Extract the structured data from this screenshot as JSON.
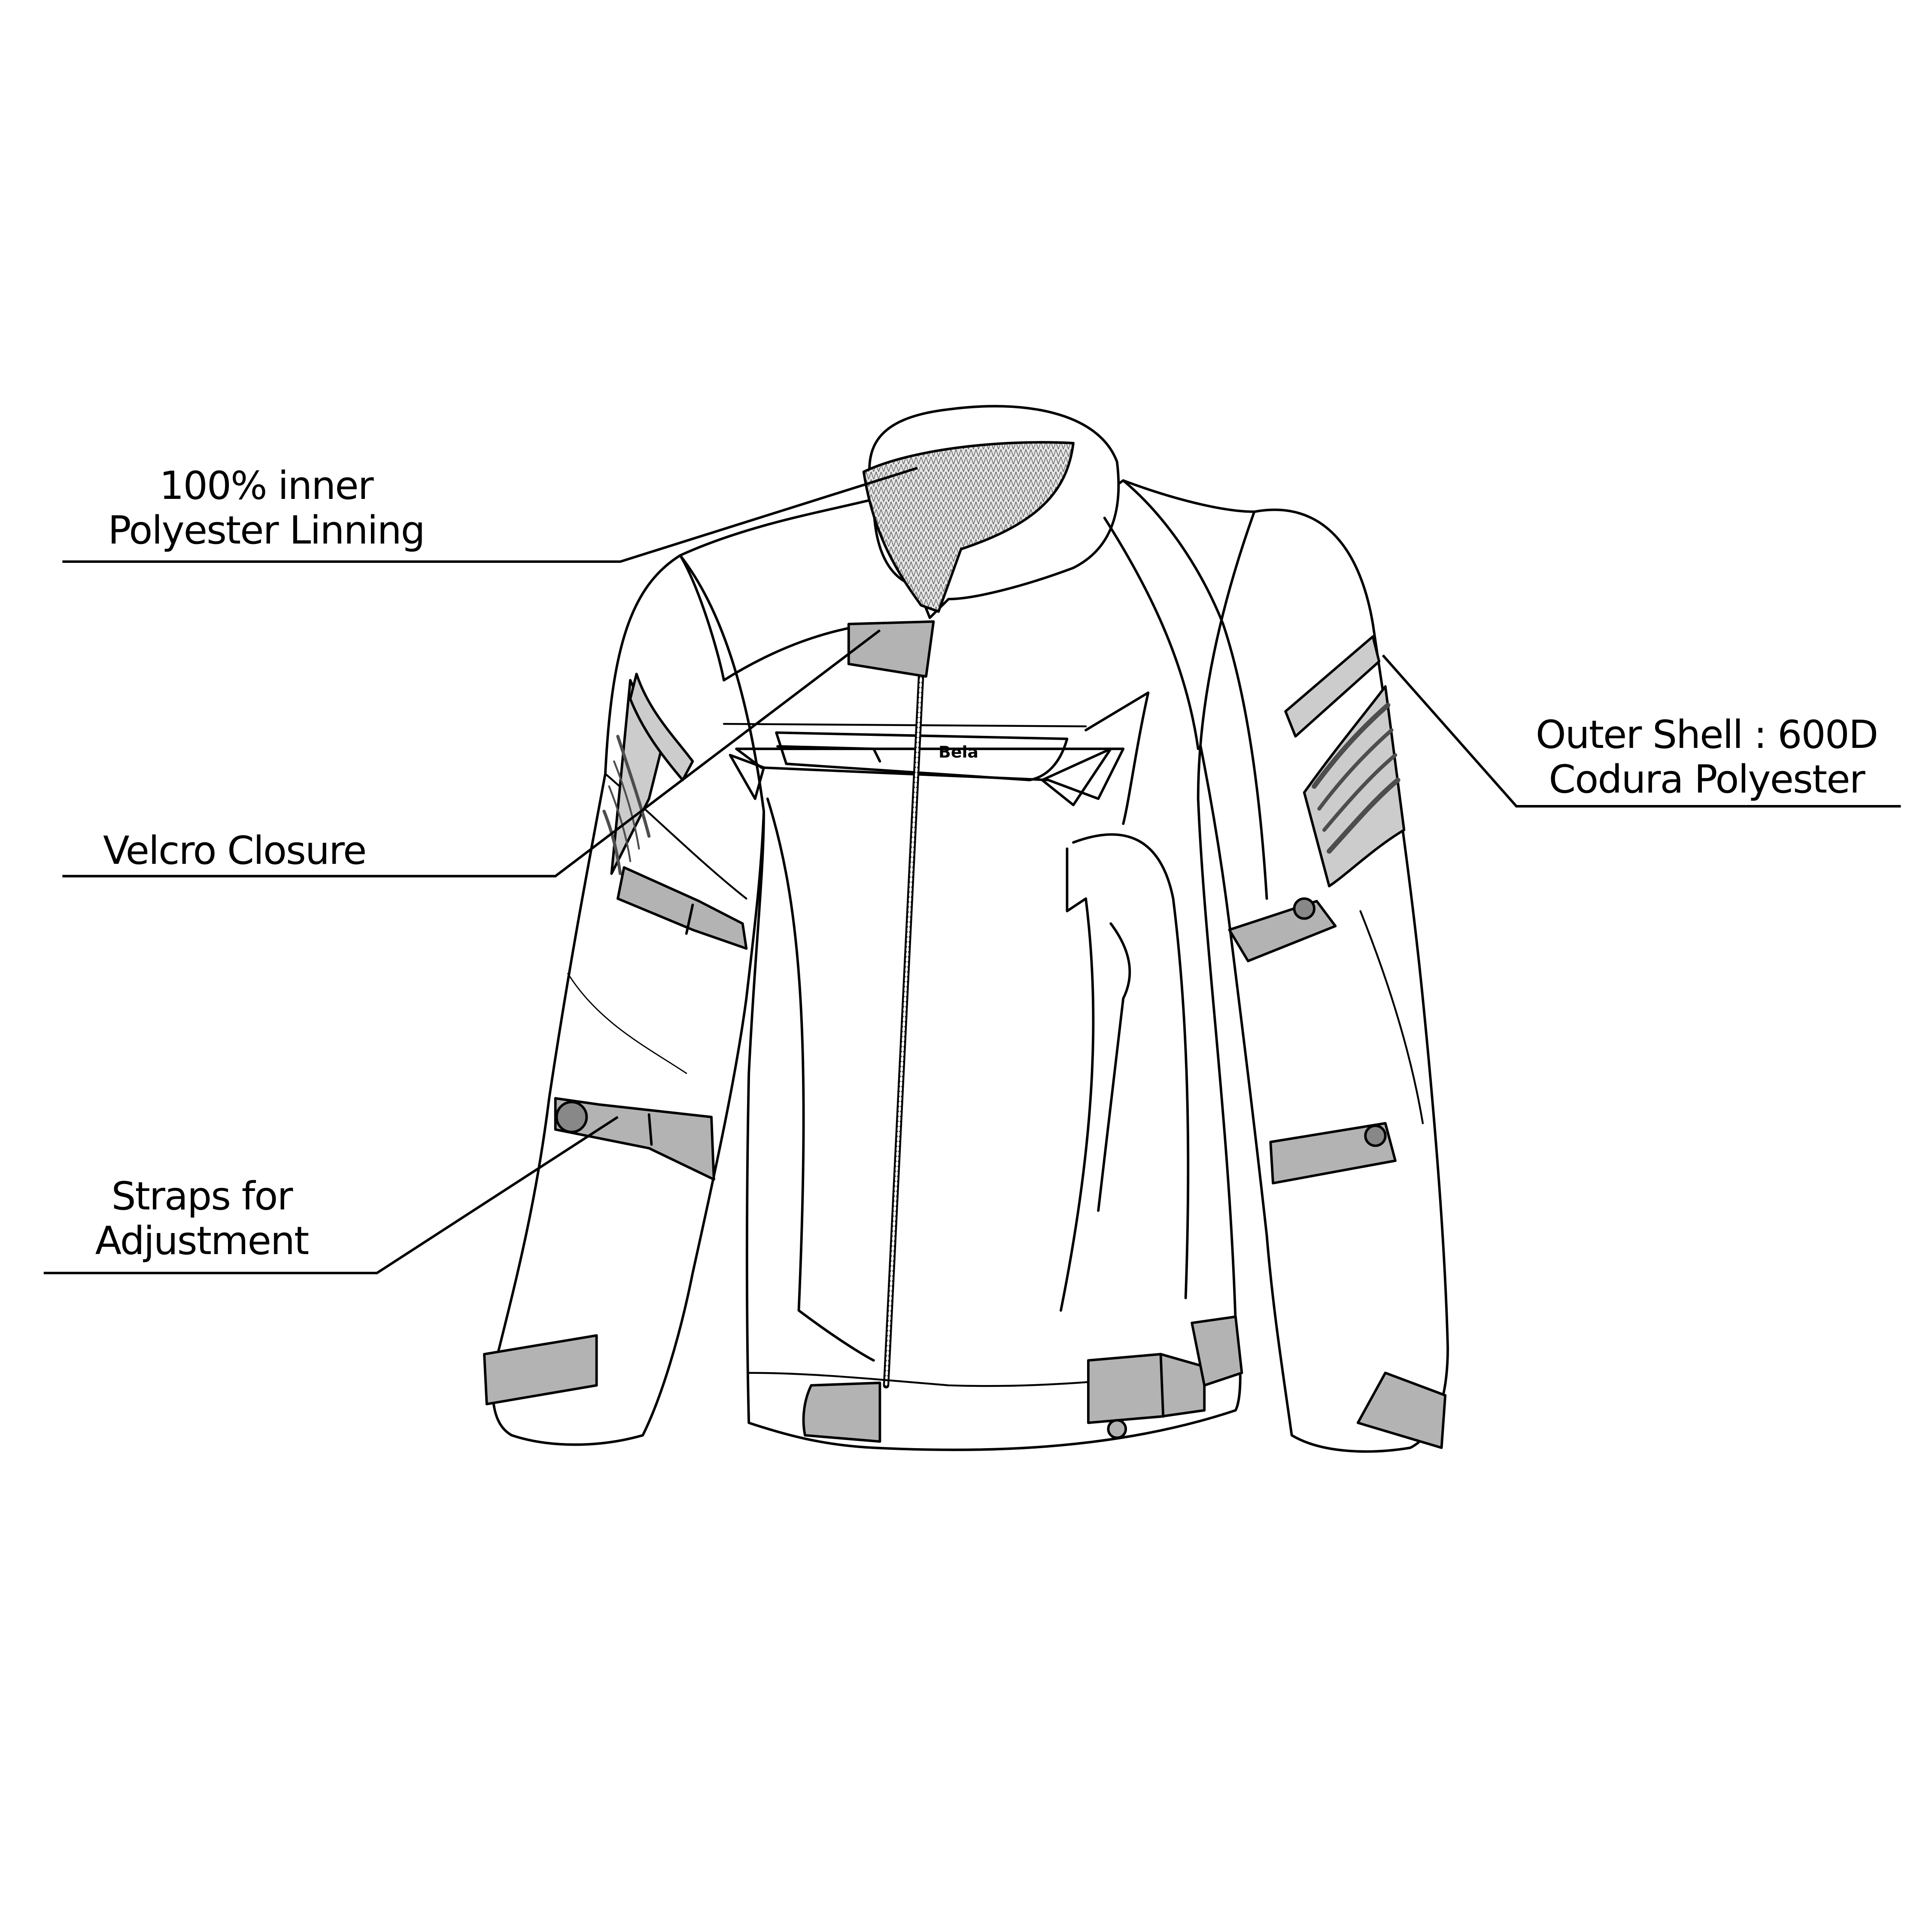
{
  "diagram": {
    "subject": "Motorcycle jacket technical flat drawing",
    "brand_logo_text": "Bela",
    "colors": {
      "outline": "#000000",
      "background": "#ffffff",
      "strap_gray": "#b3b3b3",
      "panel_light_gray": "#cccccc",
      "stripe_dark_gray": "#4d4d4d",
      "mesh_gray": "#9a9a9a"
    },
    "callouts": [
      {
        "id": "lining",
        "lines": [
          "100% inner",
          "Polyester Linning"
        ],
        "points_to": "collar inner mesh lining",
        "side": "left"
      },
      {
        "id": "velcro",
        "lines": [
          "Velcro Closure"
        ],
        "points_to": "collar velcro tab",
        "side": "left"
      },
      {
        "id": "straps",
        "lines": [
          "Straps for",
          "Adjustment"
        ],
        "points_to": "forearm adjustment strap",
        "side": "left"
      },
      {
        "id": "shell",
        "lines": [
          "Outer Shell : 600D",
          "Codura Polyester"
        ],
        "points_to": "sleeve shell panel",
        "side": "right"
      }
    ]
  }
}
